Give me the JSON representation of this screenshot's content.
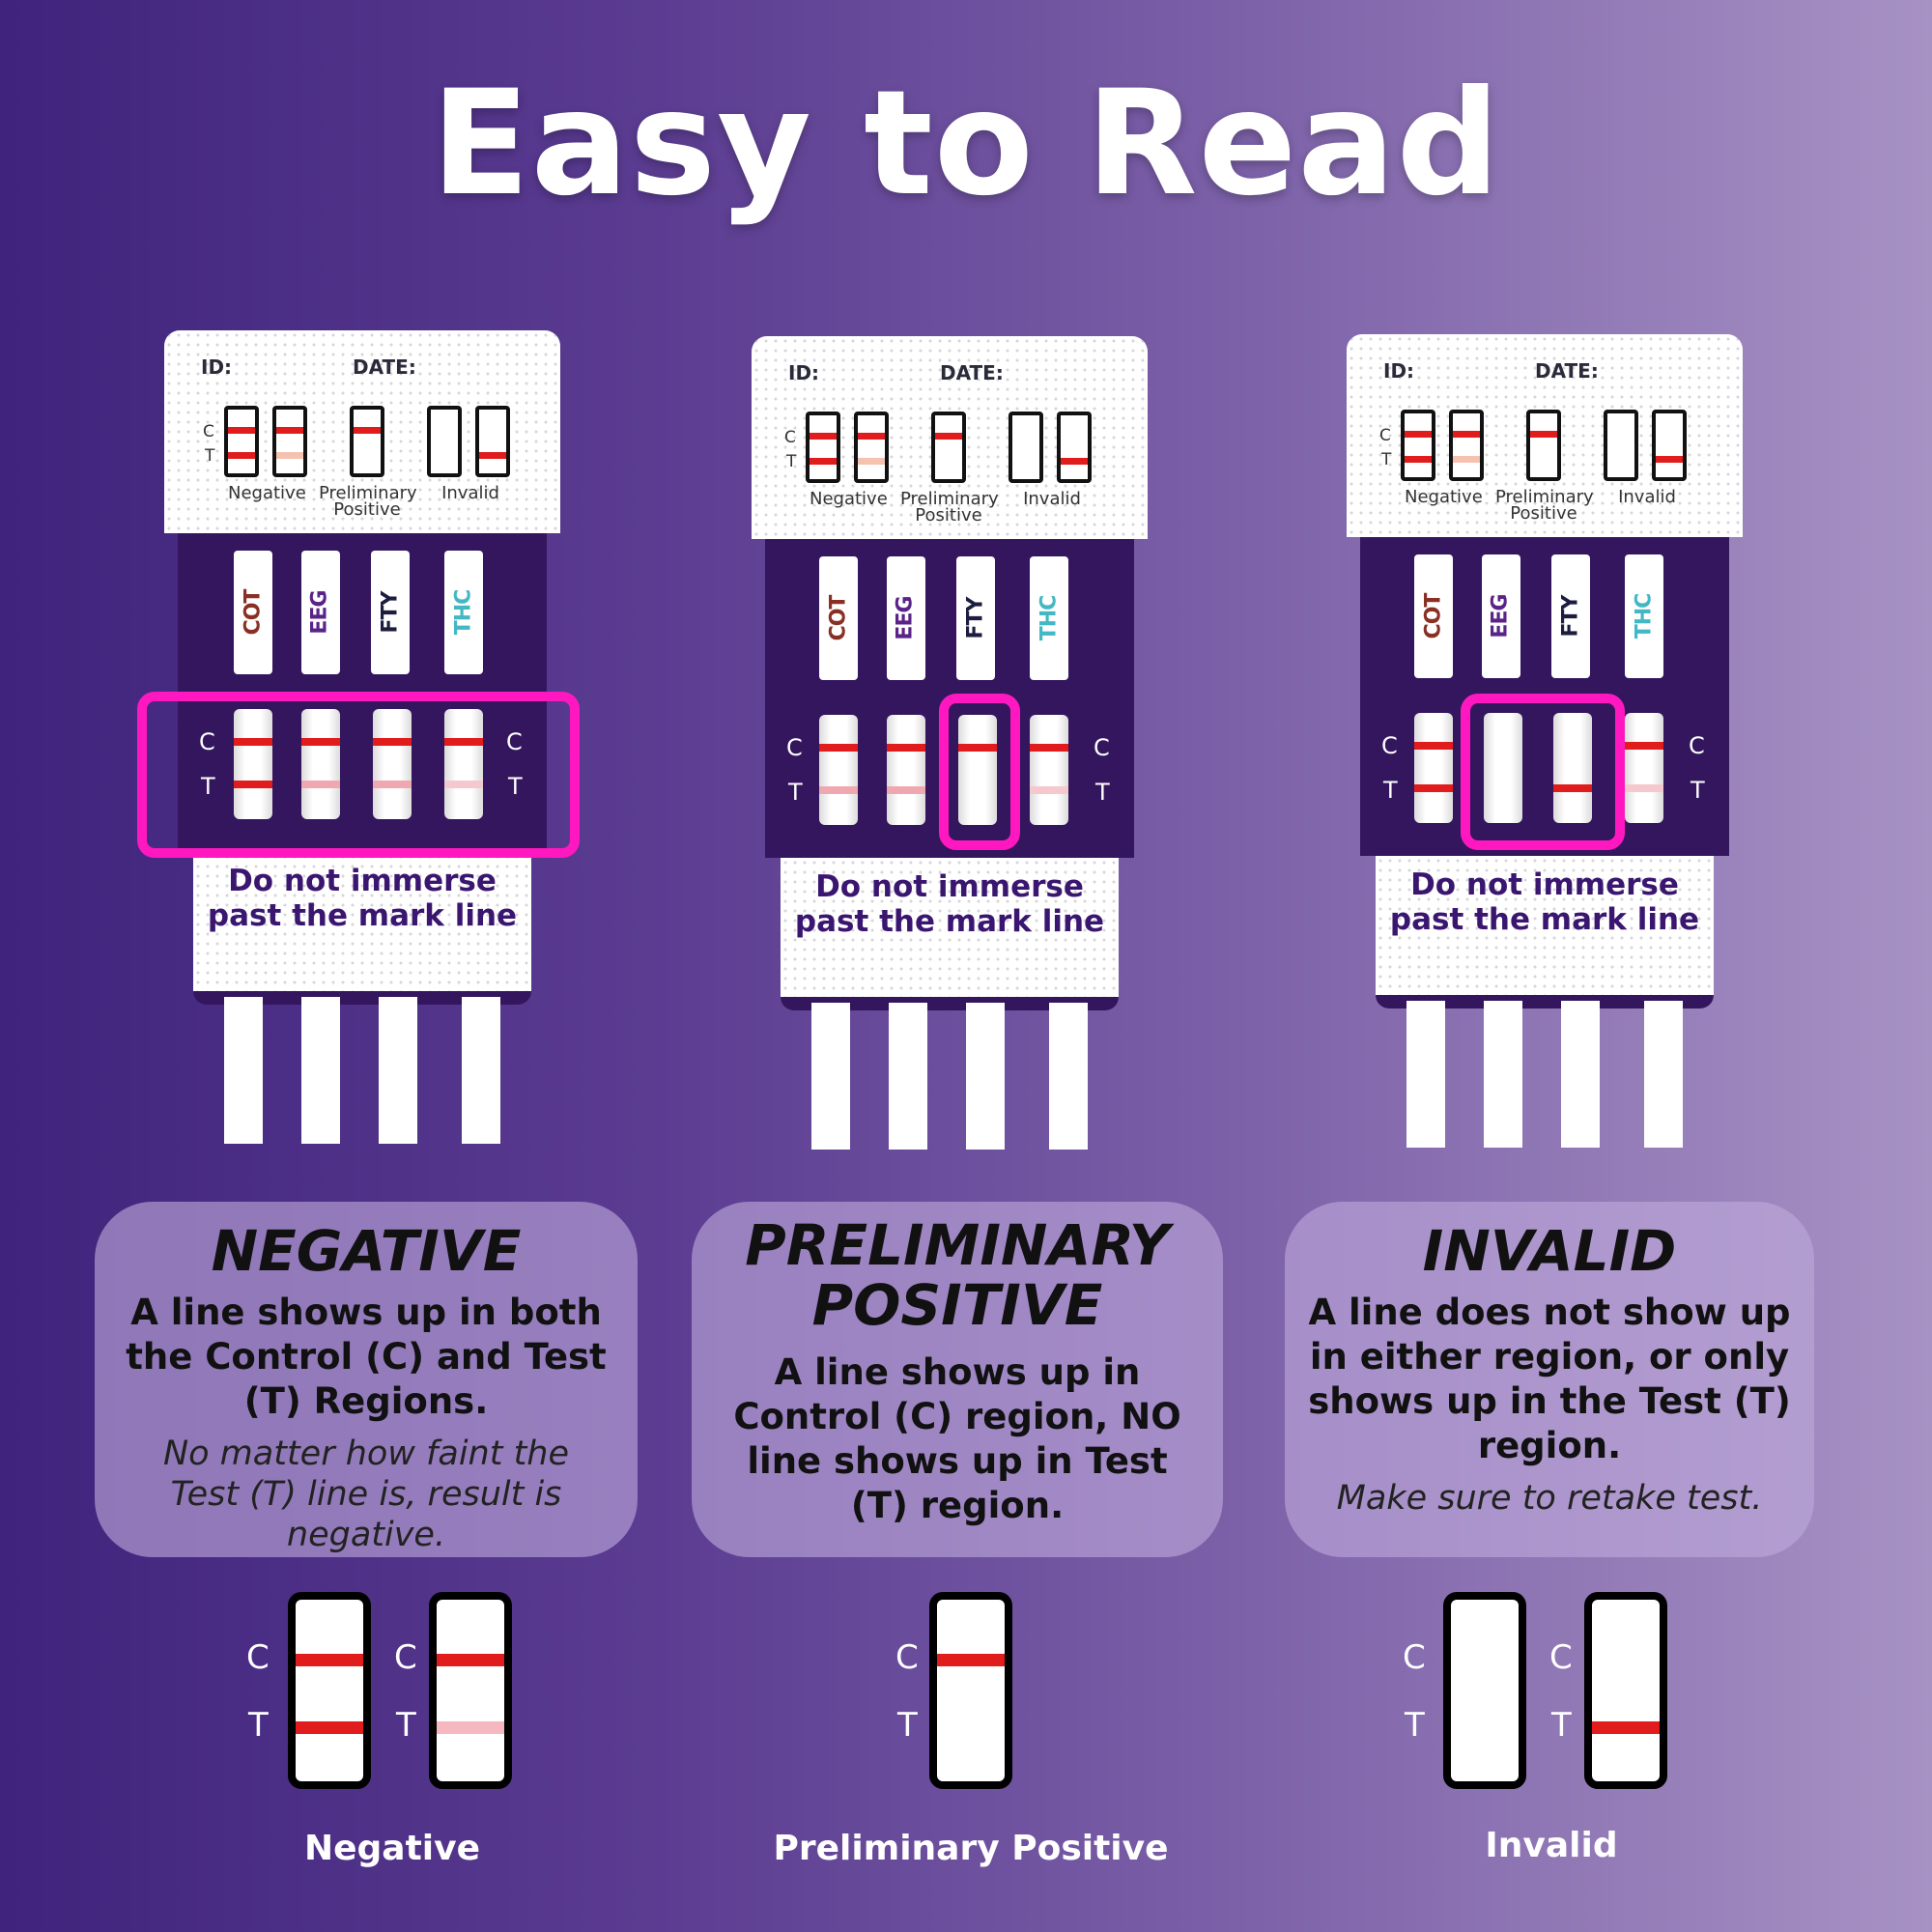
{
  "title": "Easy to Read",
  "card": {
    "id_label": "ID:",
    "date_label": "DATE:",
    "legend": {
      "negative": "Negative",
      "preliminary_line1": "Preliminary",
      "preliminary_line2": "Positive",
      "invalid": "Invalid"
    },
    "drugs": [
      "COT",
      "EEG",
      "FTY",
      "THC"
    ],
    "control_letter": "C",
    "test_letter": "T",
    "bottom_line1": "Do not immerse",
    "bottom_line2": "past the mark line"
  },
  "colors": {
    "highlight": "#ff18c0",
    "line_red": "#e01c1c",
    "band_purple": "#34165e"
  },
  "boxes": {
    "negative": {
      "head": "NEGATIVE",
      "body": "A line shows up in both the Control (C) and Test (T) Regions.",
      "note_line1": "No matter how faint the",
      "note_line2": "Test (T) line is, result is negative."
    },
    "preliminary": {
      "head_line1": "PRELIMINARY",
      "head_line2": "POSITIVE",
      "body": "A line shows up in Control (C) region, NO line shows up in Test (T) region."
    },
    "invalid": {
      "head": "INVALID",
      "body": "A line does not show up in either region, or only shows up in the Test (T) region.",
      "note": "Make sure to retake test."
    }
  },
  "captions": {
    "negative": "Negative",
    "preliminary": "Preliminary Positive",
    "invalid": "Invalid"
  }
}
